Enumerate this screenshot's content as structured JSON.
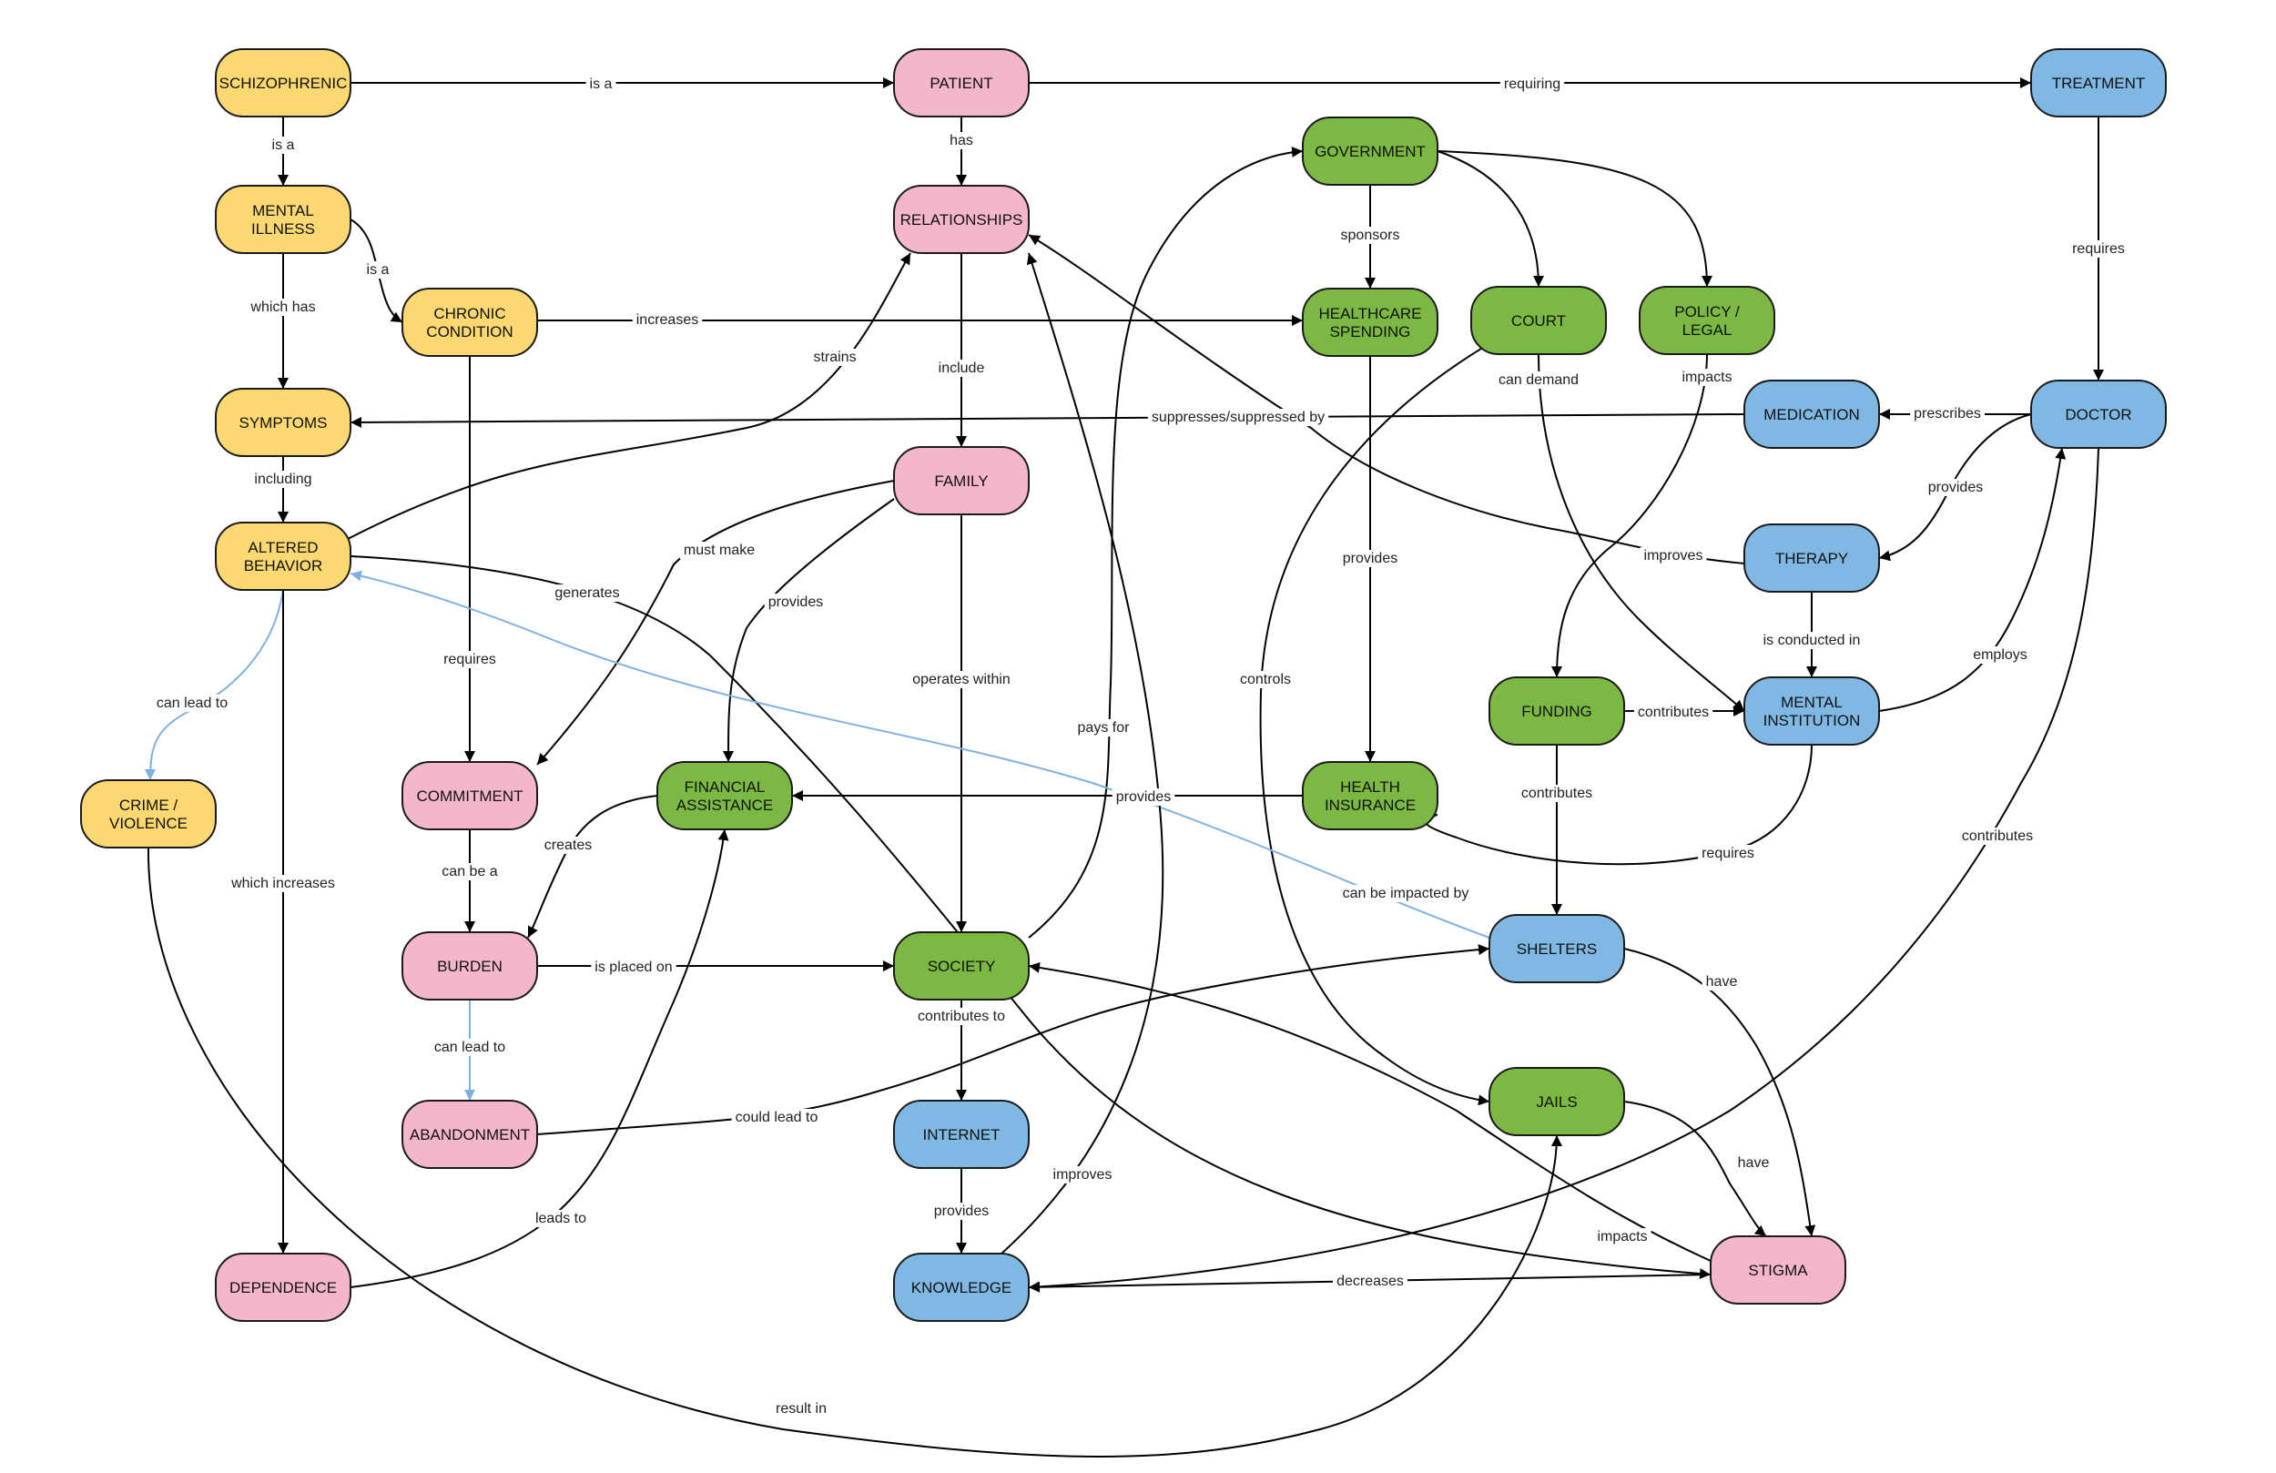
{
  "colors": {
    "yellow": "#fcd872",
    "pink": "#f4b7c9",
    "green": "#7bb844",
    "blue": "#7fb8e3",
    "edge": "#000000",
    "edge_blue": "#7fb2e2"
  },
  "nodes": {
    "schizophrenic": {
      "lines": [
        "SCHIZOPHRENIC"
      ],
      "color": "yellow"
    },
    "mental_illness": {
      "lines": [
        "MENTAL",
        "ILLNESS"
      ],
      "color": "yellow"
    },
    "chronic_condition": {
      "lines": [
        "CHRONIC",
        "CONDITION"
      ],
      "color": "yellow"
    },
    "symptoms": {
      "lines": [
        "SYMPTOMS"
      ],
      "color": "yellow"
    },
    "altered_behavior": {
      "lines": [
        "ALTERED",
        "BEHAVIOR"
      ],
      "color": "yellow"
    },
    "crime_violence": {
      "lines": [
        "CRIME /",
        "VIOLENCE"
      ],
      "color": "yellow"
    },
    "patient": {
      "lines": [
        "PATIENT"
      ],
      "color": "pink"
    },
    "relationships": {
      "lines": [
        "RELATIONSHIPS"
      ],
      "color": "pink"
    },
    "family": {
      "lines": [
        "FAMILY"
      ],
      "color": "pink"
    },
    "commitment": {
      "lines": [
        "COMMITMENT"
      ],
      "color": "pink"
    },
    "burden": {
      "lines": [
        "BURDEN"
      ],
      "color": "pink"
    },
    "abandonment": {
      "lines": [
        "ABANDONMENT"
      ],
      "color": "pink"
    },
    "dependence": {
      "lines": [
        "DEPENDENCE"
      ],
      "color": "pink"
    },
    "stigma": {
      "lines": [
        "STIGMA"
      ],
      "color": "pink"
    },
    "government": {
      "lines": [
        "GOVERNMENT"
      ],
      "color": "green"
    },
    "healthcare_spending": {
      "lines": [
        "HEALTHCARE",
        "SPENDING"
      ],
      "color": "green"
    },
    "court": {
      "lines": [
        "COURT"
      ],
      "color": "green"
    },
    "policy_legal": {
      "lines": [
        "POLICY /",
        "LEGAL"
      ],
      "color": "green"
    },
    "funding": {
      "lines": [
        "FUNDING"
      ],
      "color": "green"
    },
    "health_insurance": {
      "lines": [
        "HEALTH",
        "INSURANCE"
      ],
      "color": "green"
    },
    "financial_assistance": {
      "lines": [
        "FINANCIAL",
        "ASSISTANCE"
      ],
      "color": "green"
    },
    "society": {
      "lines": [
        "SOCIETY"
      ],
      "color": "green"
    },
    "jails": {
      "lines": [
        "JAILS"
      ],
      "color": "green"
    },
    "treatment": {
      "lines": [
        "TREATMENT"
      ],
      "color": "blue"
    },
    "doctor": {
      "lines": [
        "DOCTOR"
      ],
      "color": "blue"
    },
    "medication": {
      "lines": [
        "MEDICATION"
      ],
      "color": "blue"
    },
    "therapy": {
      "lines": [
        "THERAPY"
      ],
      "color": "blue"
    },
    "mental_institution": {
      "lines": [
        "MENTAL",
        "INSTITUTION"
      ],
      "color": "blue"
    },
    "shelters": {
      "lines": [
        "SHELTERS"
      ],
      "color": "blue"
    },
    "internet": {
      "lines": [
        "INTERNET"
      ],
      "color": "blue"
    },
    "knowledge": {
      "lines": [
        "KNOWLEDGE"
      ],
      "color": "blue"
    }
  },
  "edges": [
    {
      "from": "schizophrenic",
      "to": "patient",
      "label": "is a"
    },
    {
      "from": "patient",
      "to": "treatment",
      "label": "requiring"
    },
    {
      "from": "schizophrenic",
      "to": "mental_illness",
      "label": "is a"
    },
    {
      "from": "patient",
      "to": "relationships",
      "label": "has"
    },
    {
      "from": "mental_illness",
      "to": "chronic_condition",
      "label": "is a"
    },
    {
      "from": "mental_illness",
      "to": "symptoms",
      "label": "which has"
    },
    {
      "from": "chronic_condition",
      "to": "healthcare_spending",
      "label": "increases"
    },
    {
      "from": "chronic_condition",
      "to": "commitment",
      "label": "requires"
    },
    {
      "from": "symptoms",
      "to": "altered_behavior",
      "label": "including"
    },
    {
      "from": "altered_behavior",
      "to": "relationships",
      "label": "strains"
    },
    {
      "from": "altered_behavior",
      "to": "stigma",
      "label": "generates"
    },
    {
      "from": "altered_behavior",
      "to": "crime_violence",
      "label": "can lead to"
    },
    {
      "from": "altered_behavior",
      "to": "dependence",
      "label": "which increases"
    },
    {
      "from": "crime_violence",
      "to": "jails",
      "label": "result in"
    },
    {
      "from": "relationships",
      "to": "family",
      "label": "include"
    },
    {
      "from": "family",
      "to": "commitment",
      "label": "must make"
    },
    {
      "from": "family",
      "to": "financial_assistance",
      "label": "provides"
    },
    {
      "from": "family",
      "to": "society",
      "label": "operates within"
    },
    {
      "from": "commitment",
      "to": "burden",
      "label": "can be a"
    },
    {
      "from": "financial_assistance",
      "to": "burden",
      "label": "creates"
    },
    {
      "from": "burden",
      "to": "society",
      "label": "is placed on"
    },
    {
      "from": "burden",
      "to": "abandonment",
      "label": "can lead to"
    },
    {
      "from": "abandonment",
      "to": "shelters",
      "label": "could lead to"
    },
    {
      "from": "dependence",
      "to": "financial_assistance",
      "label": "leads to"
    },
    {
      "from": "government",
      "to": "healthcare_spending",
      "label": "sponsors"
    },
    {
      "from": "government",
      "to": "court",
      "label": ""
    },
    {
      "from": "government",
      "to": "policy_legal",
      "label": ""
    },
    {
      "from": "society",
      "to": "government",
      "label": "pays for"
    },
    {
      "from": "society",
      "to": "internet",
      "label": "contributes to"
    },
    {
      "from": "healthcare_spending",
      "to": "health_insurance",
      "label": "provides"
    },
    {
      "from": "health_insurance",
      "to": "financial_assistance",
      "label": "provides"
    },
    {
      "from": "court",
      "to": "mental_institution",
      "label": "can demand"
    },
    {
      "from": "court",
      "to": "jails",
      "label": "controls"
    },
    {
      "from": "policy_legal",
      "to": "funding",
      "label": "impacts"
    },
    {
      "from": "medication",
      "to": "symptoms",
      "label": "suppresses/suppressed by"
    },
    {
      "from": "doctor",
      "to": "medication",
      "label": "prescribes"
    },
    {
      "from": "doctor",
      "to": "therapy",
      "label": "provides"
    },
    {
      "from": "therapy",
      "to": "relationships",
      "label": "improves"
    },
    {
      "from": "therapy",
      "to": "mental_institution",
      "label": "is conducted in"
    },
    {
      "from": "mental_institution",
      "to": "doctor",
      "label": "employs"
    },
    {
      "from": "mental_institution",
      "to": "health_insurance",
      "label": "requires"
    },
    {
      "from": "funding",
      "to": "mental_institution",
      "label": "contributes"
    },
    {
      "from": "funding",
      "to": "shelters",
      "label": "contributes"
    },
    {
      "from": "treatment",
      "to": "doctor",
      "label": "requires"
    },
    {
      "from": "doctor",
      "to": "knowledge",
      "label": "contributes"
    },
    {
      "from": "shelters",
      "to": "altered_behavior",
      "label": "can be impacted by"
    },
    {
      "from": "shelters",
      "to": "stigma",
      "label": "have"
    },
    {
      "from": "jails",
      "to": "stigma",
      "label": "have"
    },
    {
      "from": "stigma",
      "to": "knowledge",
      "label": "decreases"
    },
    {
      "from": "stigma",
      "to": "society",
      "label": "impacts"
    },
    {
      "from": "internet",
      "to": "knowledge",
      "label": "provides"
    },
    {
      "from": "knowledge",
      "to": "relationships",
      "label": "improves"
    }
  ]
}
